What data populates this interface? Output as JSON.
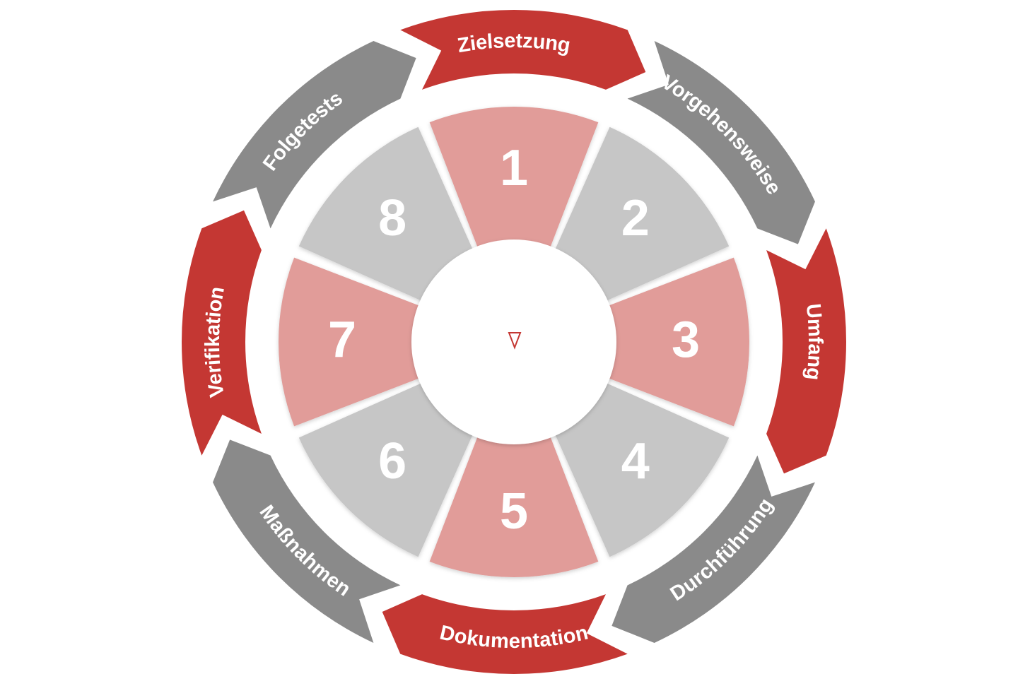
{
  "colors": {
    "red_strong": "#c43733",
    "red_light": "#e19c99",
    "gray_strong": "#8a8a8a",
    "gray_light": "#c6c6c6",
    "white": "#ffffff"
  },
  "center_icon": "small-triangle-down-icon",
  "stages": [
    {
      "number": "1",
      "label": "Zielsetzung",
      "tone": "red"
    },
    {
      "number": "2",
      "label": "Vorgehensweise",
      "tone": "gray"
    },
    {
      "number": "3",
      "label": "Umfang",
      "tone": "red"
    },
    {
      "number": "4",
      "label": "Durchführung",
      "tone": "gray"
    },
    {
      "number": "5",
      "label": "Dokumentation",
      "tone": "red"
    },
    {
      "number": "6",
      "label": "Maßnahmen",
      "tone": "gray"
    },
    {
      "number": "7",
      "label": "Verifikation",
      "tone": "red"
    },
    {
      "number": "8",
      "label": "Folgetests",
      "tone": "gray"
    }
  ]
}
